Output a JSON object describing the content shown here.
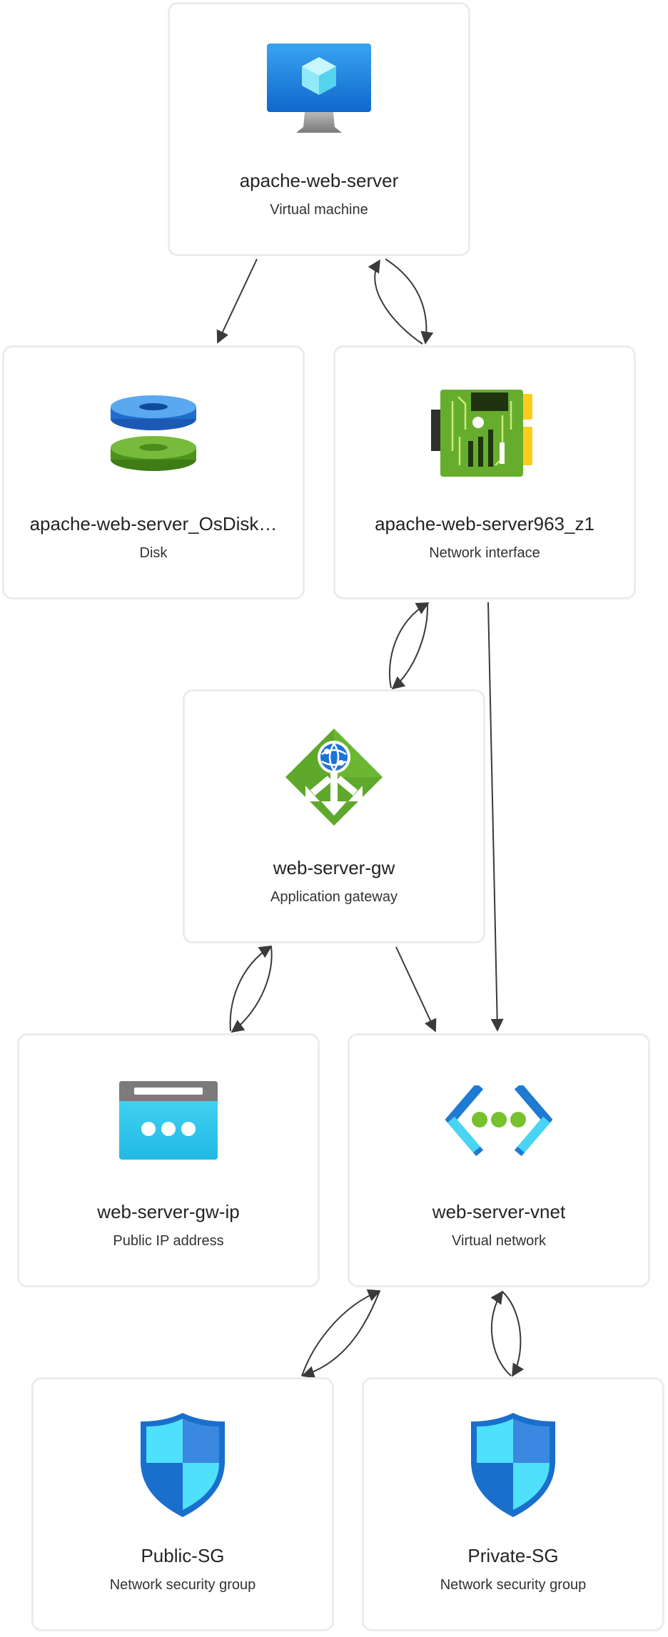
{
  "nodes": [
    {
      "id": "vm",
      "title": "apache-web-server",
      "subtitle": "Virtual machine",
      "icon": "virtual-machine-icon"
    },
    {
      "id": "disk",
      "title": "apache-web-server_OsDisk…",
      "subtitle": "Disk",
      "icon": "disk-icon"
    },
    {
      "id": "nic",
      "title": "apache-web-server963_z1",
      "subtitle": "Network interface",
      "icon": "network-interface-icon"
    },
    {
      "id": "gw",
      "title": "web-server-gw",
      "subtitle": "Application gateway",
      "icon": "application-gateway-icon"
    },
    {
      "id": "ip",
      "title": "web-server-gw-ip",
      "subtitle": "Public IP address",
      "icon": "public-ip-icon"
    },
    {
      "id": "vnet",
      "title": "web-server-vnet",
      "subtitle": "Virtual network",
      "icon": "virtual-network-icon"
    },
    {
      "id": "psg",
      "title": "Public-SG",
      "subtitle": "Network security group",
      "icon": "network-security-group-icon"
    },
    {
      "id": "prsg",
      "title": "Private-SG",
      "subtitle": "Network security group",
      "icon": "network-security-group-icon"
    }
  ],
  "edges": [
    {
      "from": "vm",
      "to": "disk",
      "direction": "one-way"
    },
    {
      "from": "vm",
      "to": "nic",
      "direction": "two-way"
    },
    {
      "from": "nic",
      "to": "gw",
      "direction": "two-way"
    },
    {
      "from": "nic",
      "to": "vnet",
      "direction": "one-way"
    },
    {
      "from": "gw",
      "to": "ip",
      "direction": "two-way"
    },
    {
      "from": "gw",
      "to": "vnet",
      "direction": "one-way"
    },
    {
      "from": "vnet",
      "to": "psg",
      "direction": "two-way"
    },
    {
      "from": "vnet",
      "to": "prsg",
      "direction": "two-way"
    }
  ],
  "colors": {
    "edge": "#3a3a3a",
    "card_border": "#ececec",
    "azure_blue": "#1f7ad3",
    "azure_green": "#5ea82c",
    "azure_cyan": "#32c6ea"
  }
}
